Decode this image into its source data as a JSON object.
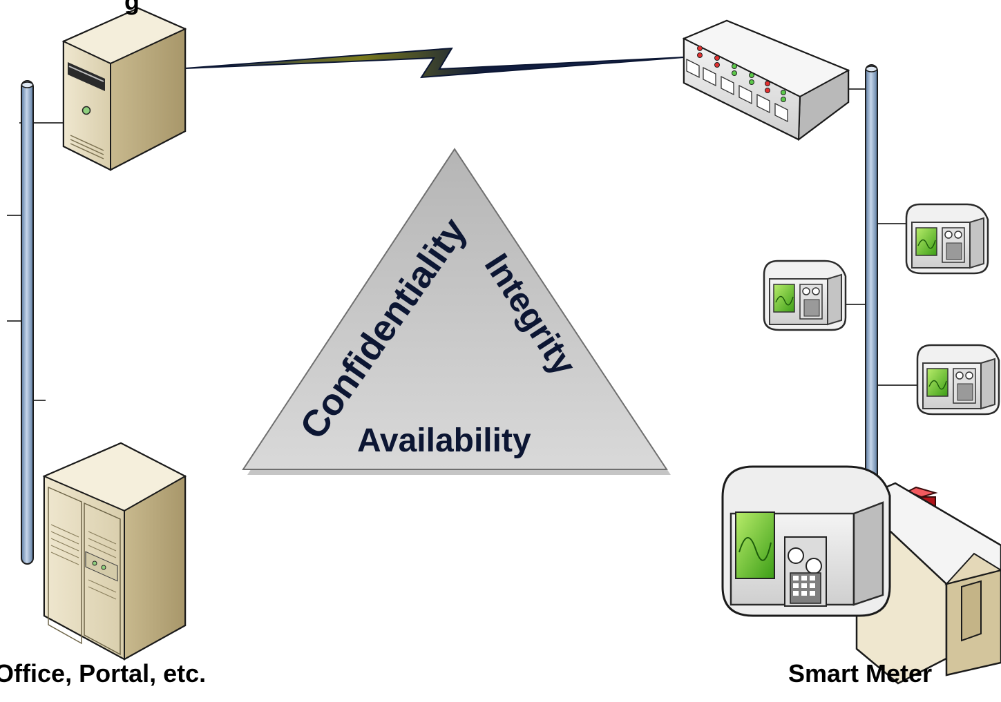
{
  "labels": {
    "top_left_partial": "g",
    "bottom_left_partial": "ckOffice, Portal, etc.",
    "bottom_right": "Smart Meter"
  },
  "triangle": {
    "left": "Confidentiality",
    "right": "Integrity",
    "bottom": "Availability"
  },
  "colors": {
    "triangle_fill": "#c9c9c9",
    "triangle_text": "#0c1633",
    "bus_fill": "#8ea9c9",
    "device_body": "#e8e0c4",
    "meter_body": "#e7e7e7",
    "meter_screen": "#6ccf2e",
    "roof_box": "#e01c24"
  },
  "icons": [
    "server-tower-icon",
    "server-cabinet-icon",
    "network-switch-icon",
    "smart-meter-icon",
    "house-icon",
    "wan-link-icon"
  ]
}
